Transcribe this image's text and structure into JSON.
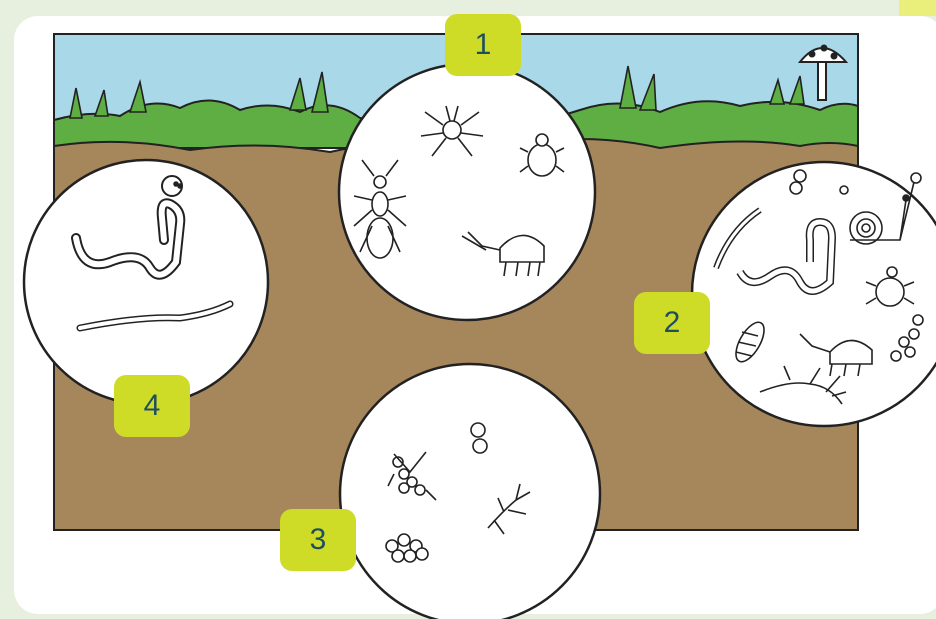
{
  "labels": [
    "1",
    "2",
    "3",
    "4"
  ],
  "colors": {
    "page_background": "#e7f0df",
    "card": "#ffffff",
    "sky": "#a9d9e8",
    "grass": "#5fae43",
    "soil": "#a6865b",
    "label_fill": "#cedc28",
    "label_text": "#1f4f5e",
    "outline": "#222222"
  },
  "scene": {
    "layers": [
      "sky",
      "grass",
      "soil"
    ],
    "circles": [
      {
        "label": "1",
        "contents": [
          "spider-icon",
          "mite-icon",
          "ant-icon",
          "springtail-icon"
        ]
      },
      {
        "label": "2",
        "contents": [
          "worm-icon",
          "snail-icon",
          "mite-icon",
          "springtail-icon",
          "larva-icon",
          "bacteria-icon",
          "fungi-icon"
        ]
      },
      {
        "label": "3",
        "contents": [
          "bacteria-icon",
          "fungi-icon"
        ]
      },
      {
        "label": "4",
        "contents": [
          "earthworm-icon",
          "pot-worm-icon"
        ]
      }
    ],
    "decor": [
      "mushroom-icon"
    ]
  }
}
